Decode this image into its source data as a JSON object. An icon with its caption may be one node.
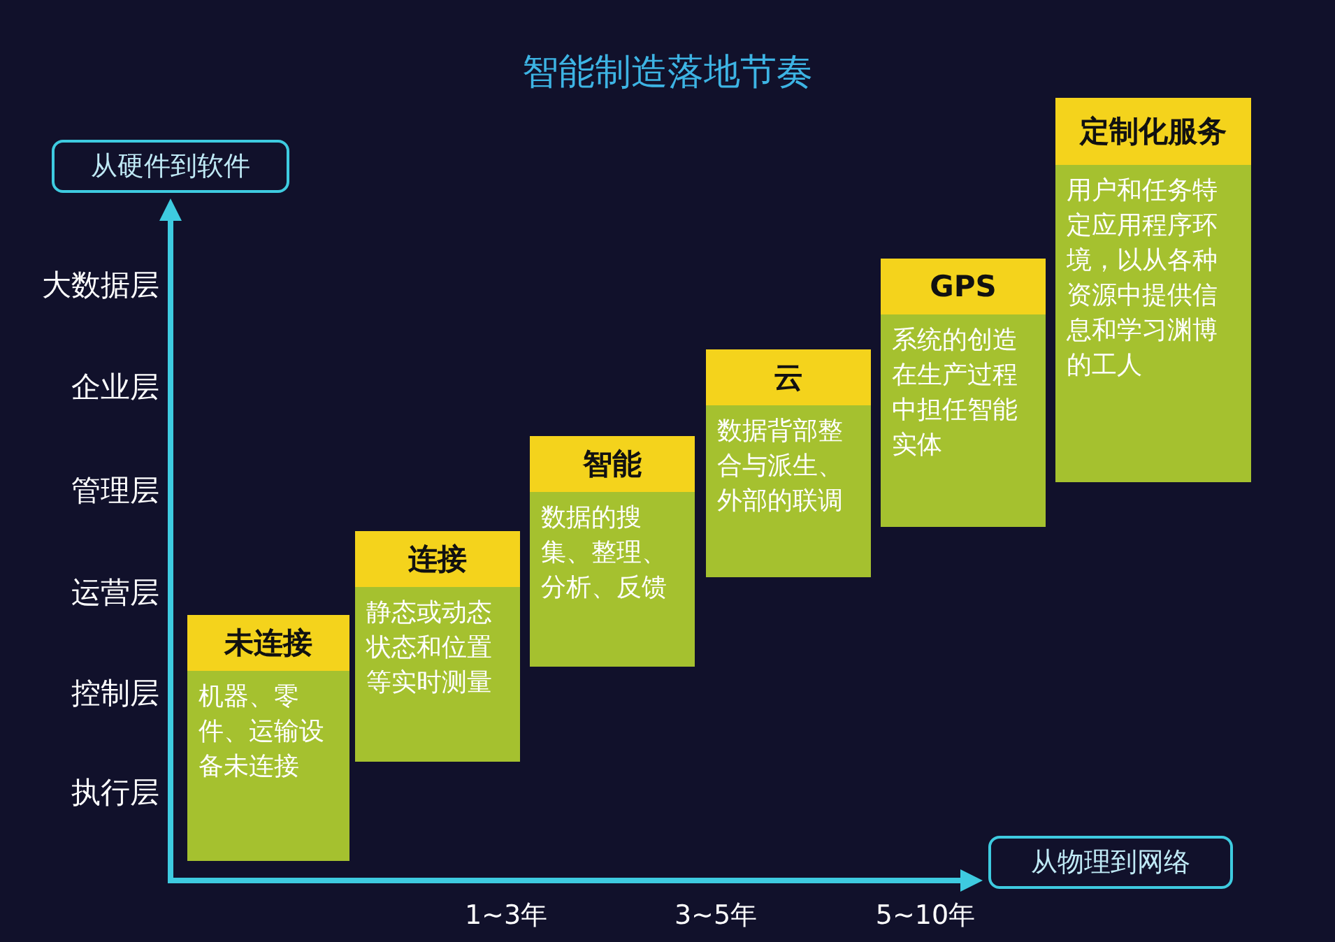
{
  "diagram": {
    "title": "智能制造落地节奏",
    "nodes": [
      {
        "text": [
          "从硬件到软件"
        ]
      },
      {
        "text": [
          "从物理到网络"
        ]
      },
      {
        "text": [
          "未连接",
          "机器、零件、运输设备未连接"
        ]
      },
      {
        "text": [
          "连接",
          "静态或动态状态和位置等实时测量"
        ]
      },
      {
        "text": [
          "智能",
          "数据的搜集、整理、分析、反馈"
        ]
      },
      {
        "text": [
          "云",
          "数据背部整合与派生、外部的联调"
        ]
      },
      {
        "text": [
          "GPS",
          "系统的创造在生产过程中担任智能实体"
        ]
      },
      {
        "text": [
          "定制化服务",
          "用户和任务特定应用程序环境，以从各种资源中提供信息和学习渊博的工人"
        ]
      }
    ],
    "edges": [
      {
        "from": null,
        "to": 0,
        "arrow": "to"
      },
      {
        "from": null,
        "to": 1,
        "arrow": "to"
      }
    ],
    "labels": [
      "大数据层",
      "企业层",
      "管理层",
      "运营层",
      "控制层",
      "执行层",
      "1~3年",
      "3~5年",
      "5~10年"
    ]
  }
}
